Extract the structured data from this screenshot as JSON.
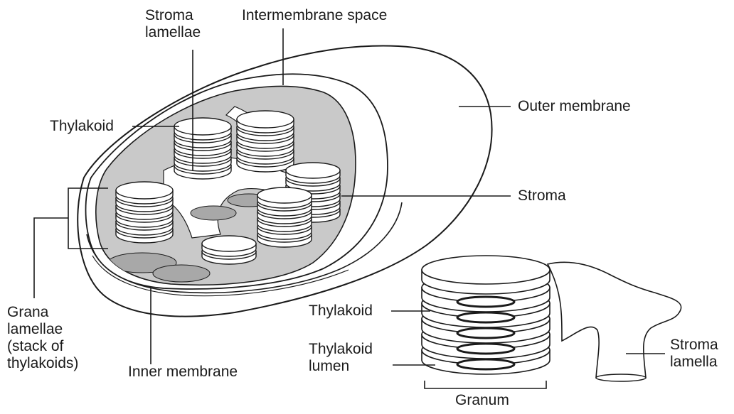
{
  "labels": {
    "stroma_lamellae": [
      "Stroma",
      "lamellae"
    ],
    "intermembrane_space": "Intermembrane space",
    "outer_membrane": "Outer membrane",
    "thylakoid_top": "Thylakoid",
    "stroma": "Stroma",
    "grana_lamellae": [
      "Grana",
      "lamellae",
      "(stack of",
      "thylakoids)"
    ],
    "inner_membrane": "Inner membrane",
    "thylakoid_detail": "Thylakoid",
    "thylakoid_lumen": [
      "Thylakoid",
      "lumen"
    ],
    "stroma_lamella": [
      "Stroma",
      "lamella"
    ],
    "granum": "Granum"
  },
  "colors": {
    "line": "#1a1a1a",
    "stroma_fill": "#c9c9c9",
    "membrane_fill": "#ffffff",
    "shadow_fill": "#a8a8a8"
  }
}
